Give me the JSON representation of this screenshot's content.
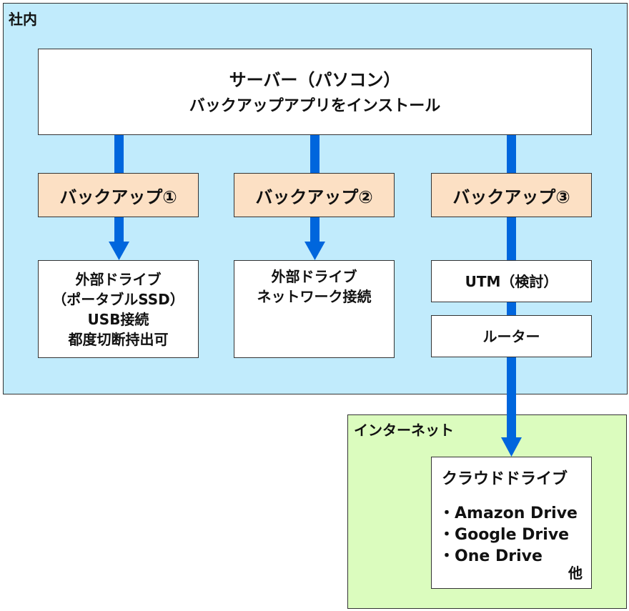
{
  "zones": {
    "internal_label": "社内",
    "internet_label": "インターネット"
  },
  "server": {
    "line1": "サーバー（パソコン）",
    "line2": "バックアップアプリをインストール"
  },
  "backups": [
    {
      "label": "バックアップ①"
    },
    {
      "label": "バックアップ②"
    },
    {
      "label": "バックアップ③"
    }
  ],
  "destinations": {
    "drive1": [
      "外部ドライブ",
      "（ポータブルSSD）",
      "USB接続",
      "都度切断持出可"
    ],
    "drive2": [
      "外部ドライブ",
      "ネットワーク接続"
    ],
    "utm": "UTM（検討）",
    "router": "ルーター"
  },
  "cloud": {
    "title": "クラウドドライブ",
    "items": [
      "Amazon Drive",
      "Google Drive",
      "One Drive"
    ],
    "etc": "他"
  },
  "colors": {
    "arrow": "#0066dd",
    "internal_bg": "#c1ebfc",
    "internet_bg": "#dbfcbe",
    "backup_bg": "#fce0c4"
  }
}
